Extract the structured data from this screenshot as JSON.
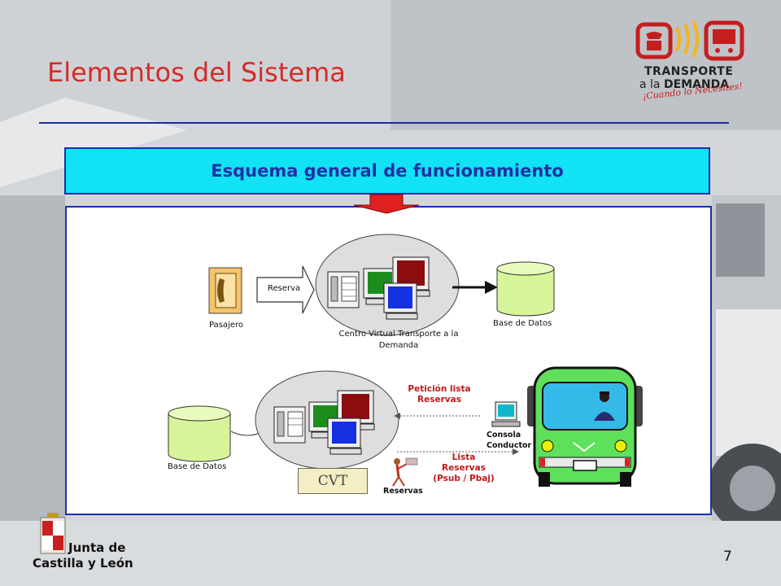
{
  "slide": {
    "title": "Elementos del Sistema",
    "banner": "Esquema general de funcionamiento",
    "page_number": "7"
  },
  "logo": {
    "line1": "TRANSPORTE",
    "line2_prefix": "a la ",
    "line2_bold": "DEMANDA",
    "tagline": "¡Cuando lo Necesites!"
  },
  "footer_logo": {
    "line1": "Junta de",
    "line2": "Castilla y León"
  },
  "diagram": {
    "top": {
      "pasajero": "Pasajero",
      "reserva": "Reserva",
      "centro": "Centro Virtual Transporte a la Demanda",
      "base_datos": "Base de Datos"
    },
    "bottom": {
      "base_datos": "Base de Datos",
      "cvt": "CVT",
      "peticion": "Petición lista Reservas",
      "lista": "Lista Reservas (Psub / Pbaj)",
      "reservas": "Reservas",
      "consola": "Consola Conductor"
    }
  },
  "colors": {
    "title_red": "#d42b2b",
    "banner_cyan": "#11e2f4",
    "border_blue": "#1b2fa8",
    "bus_green": "#5ee05a"
  }
}
